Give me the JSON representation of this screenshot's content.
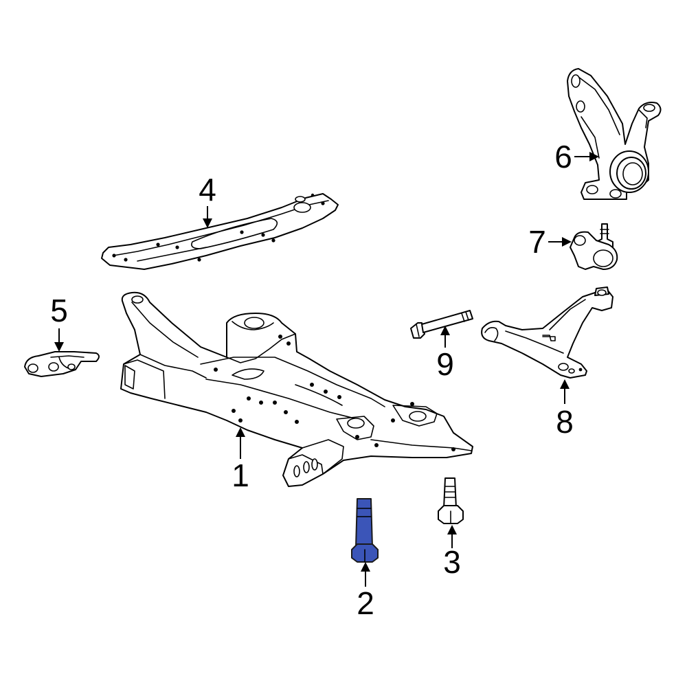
{
  "highlight_color": "#3b55b8",
  "callouts": {
    "c1": "1",
    "c2": "2",
    "c3": "3",
    "c4": "4",
    "c5": "5",
    "c6": "6",
    "c7": "7",
    "c8": "8",
    "c9": "9"
  }
}
